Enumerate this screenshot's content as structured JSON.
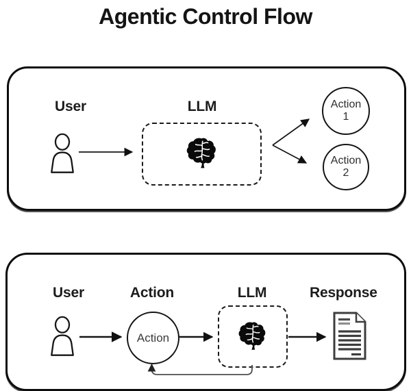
{
  "title": "Agentic Control Flow",
  "top_panel": {
    "user_label": "User",
    "llm_label": "LLM",
    "action_nodes": [
      {
        "label": "Action",
        "number": "1"
      },
      {
        "label": "Action",
        "number": "2"
      }
    ]
  },
  "bottom_panel": {
    "user_label": "User",
    "action_title": "Action",
    "action_node_label": "Action",
    "llm_label": "LLM",
    "response_label": "Response"
  },
  "icons": {
    "user": "person-outline-icon",
    "llm": "brain-icon",
    "response": "document-icon"
  },
  "colors": {
    "ink": "#111111",
    "panel_border": "#0d0d0d",
    "dashed_border": "#1a1a1a",
    "document_gray": "#3d3d3d",
    "loop_line": "#4f4f4f",
    "background": "#ffffff"
  }
}
